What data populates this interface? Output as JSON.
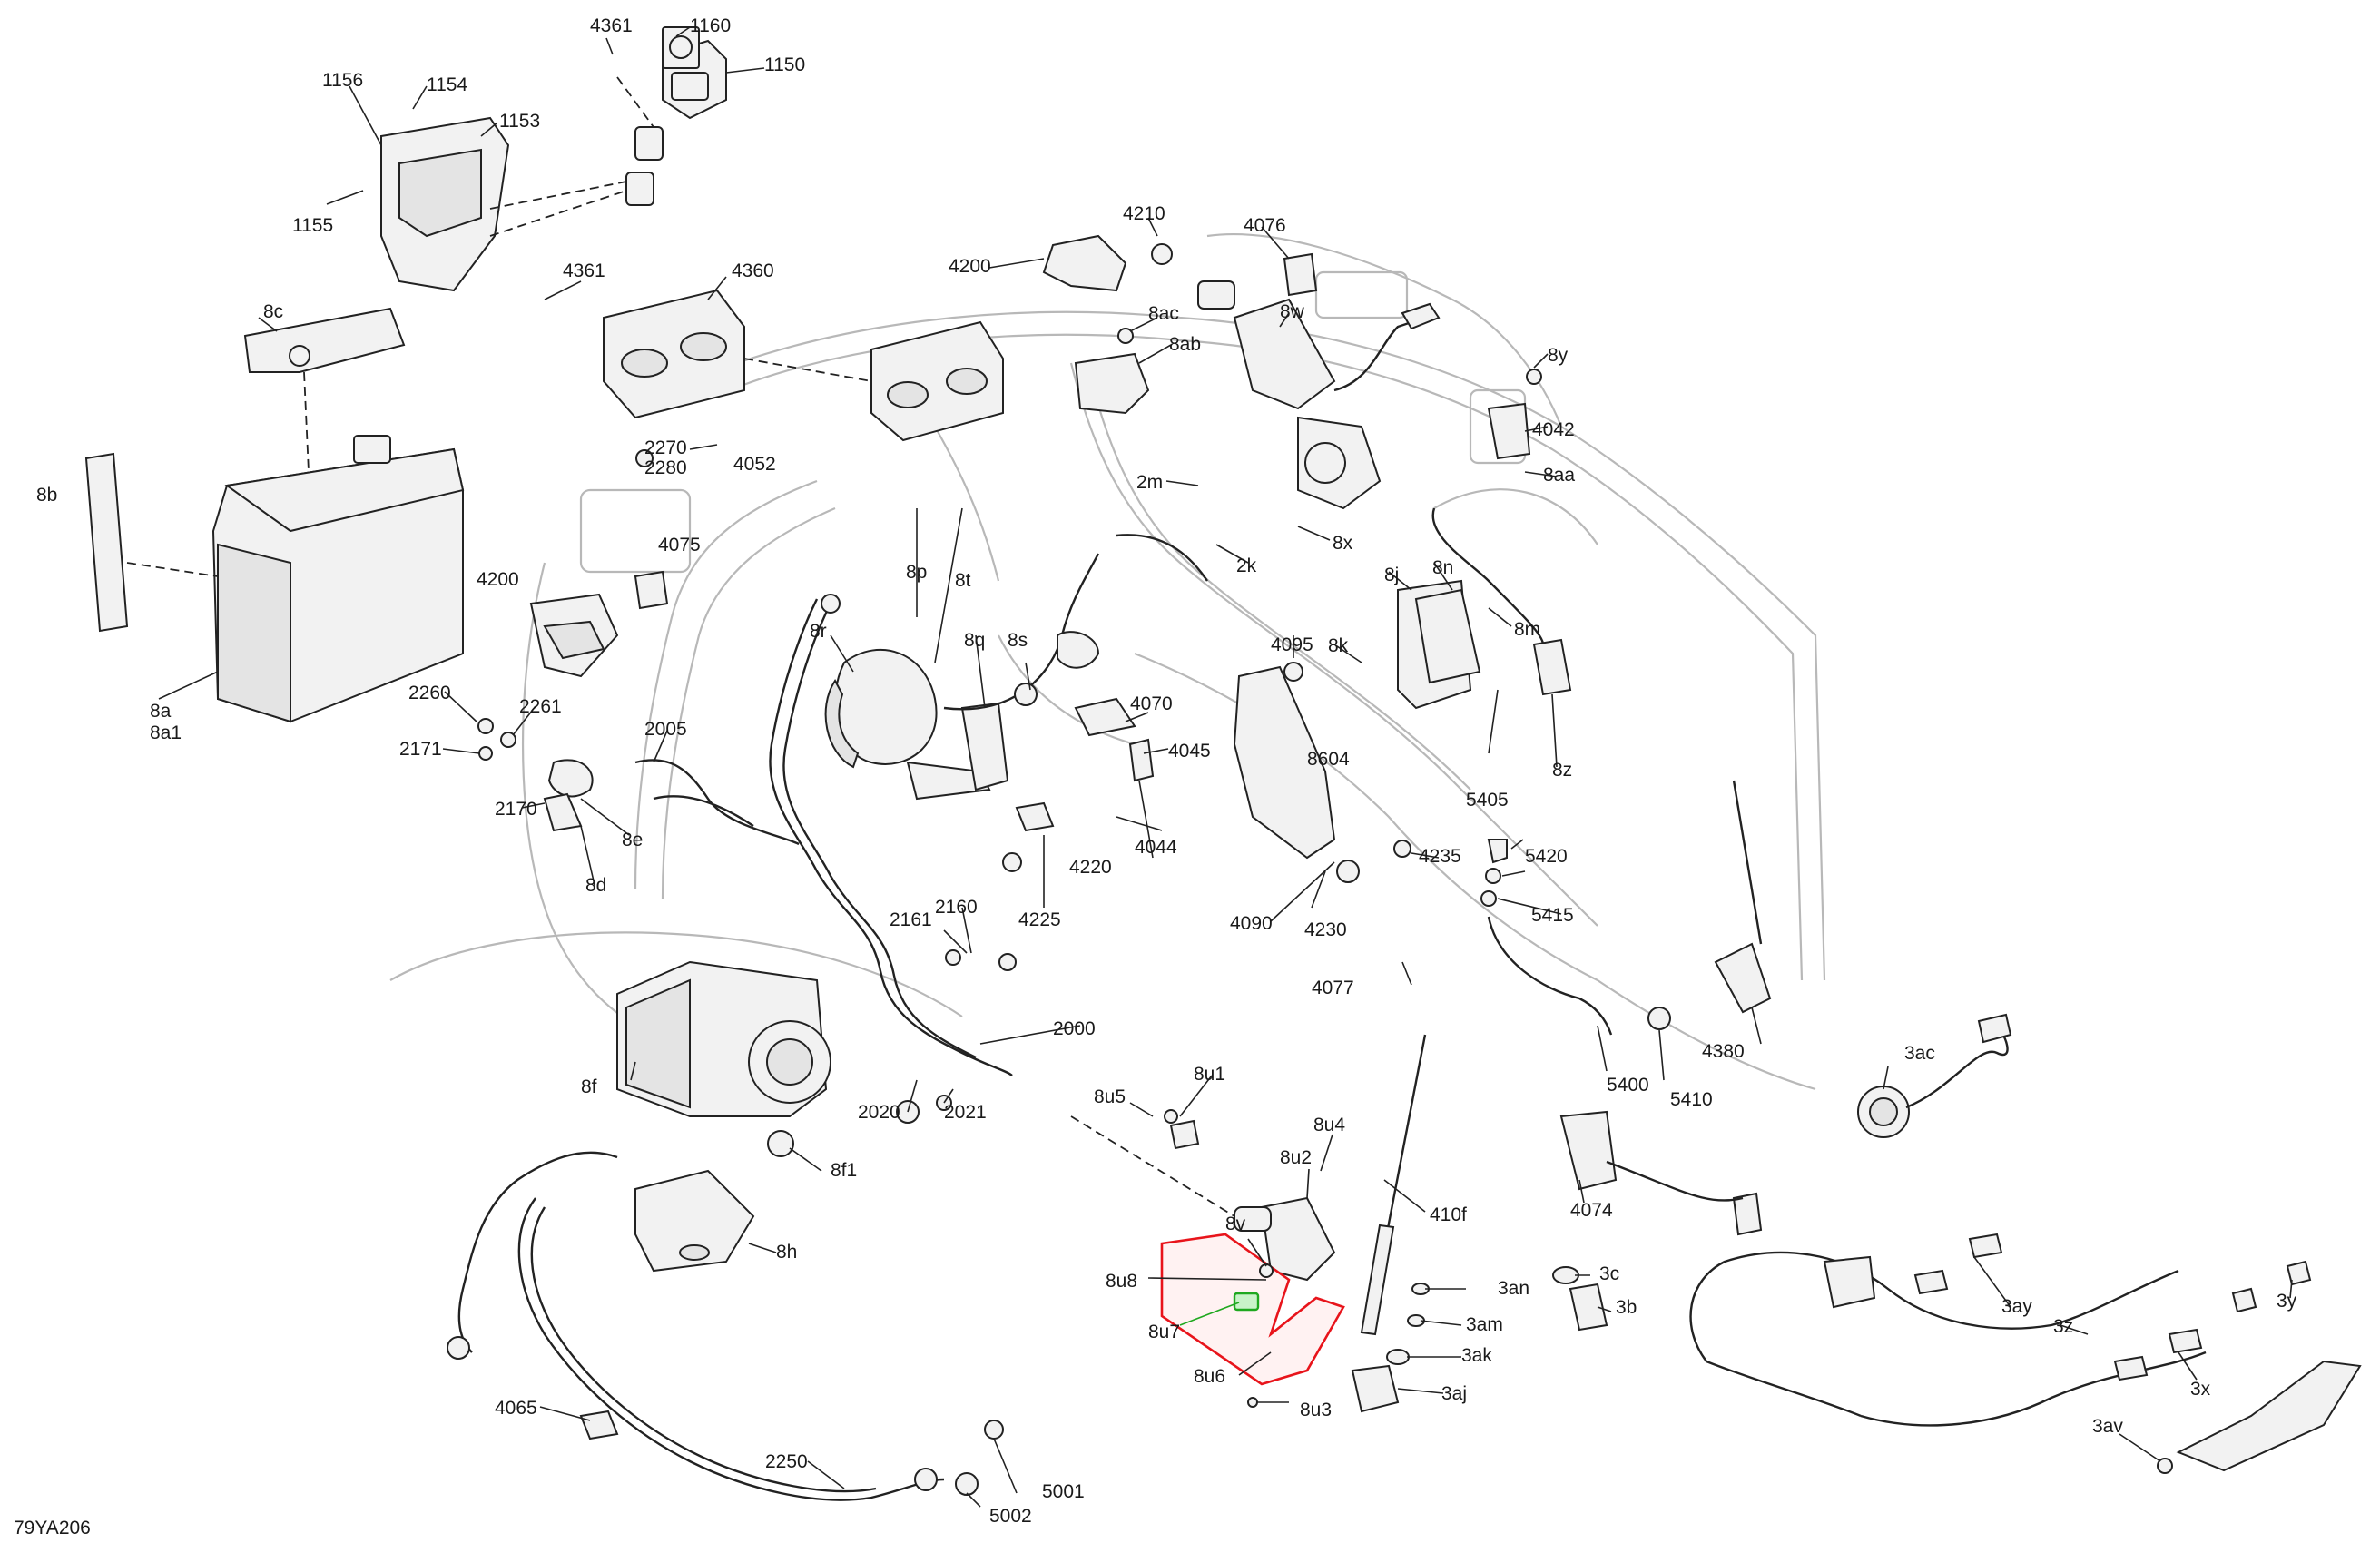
{
  "document_code": "79YA206",
  "highlight_colors": {
    "selected_bracket": "#e8141b",
    "selected_clip": "#1fa81f"
  },
  "callouts": [
    "4361",
    "1160",
    "1150",
    "1156",
    "1154",
    "1153",
    "1155",
    "8c",
    "4361",
    "4360",
    "4200",
    "4210",
    "4076",
    "8ac",
    "8ab",
    "8w",
    "8y",
    "4042",
    "8aa",
    "2270",
    "2280",
    "4052",
    "2m",
    "8x",
    "2k",
    "8b",
    "4075",
    "4200",
    "8p",
    "8t",
    "8r",
    "8q",
    "8s",
    "8j",
    "8n",
    "8m",
    "4095",
    "8k",
    "4070",
    "4045",
    "8604",
    "8z",
    "8a",
    "8a1",
    "2260",
    "2261",
    "2171",
    "2005",
    "2170",
    "8e",
    "8d",
    "4044",
    "4220",
    "4225",
    "5405",
    "5420",
    "4235",
    "5415",
    "4090",
    "4230",
    "2161",
    "2160",
    "4077",
    "2000",
    "4380",
    "5400",
    "5410",
    "8f",
    "2020",
    "2021",
    "8u1",
    "8u5",
    "8f1",
    "8u4",
    "3ac",
    "8u2",
    "410f",
    "8v",
    "8u8",
    "3an",
    "3c",
    "8u7",
    "3am",
    "3b",
    "3ay",
    "3ak",
    "8u6",
    "3aj",
    "8u3",
    "8h",
    "4074",
    "3y",
    "3z",
    "3x",
    "4065",
    "2250",
    "5001",
    "5002",
    "3av"
  ]
}
